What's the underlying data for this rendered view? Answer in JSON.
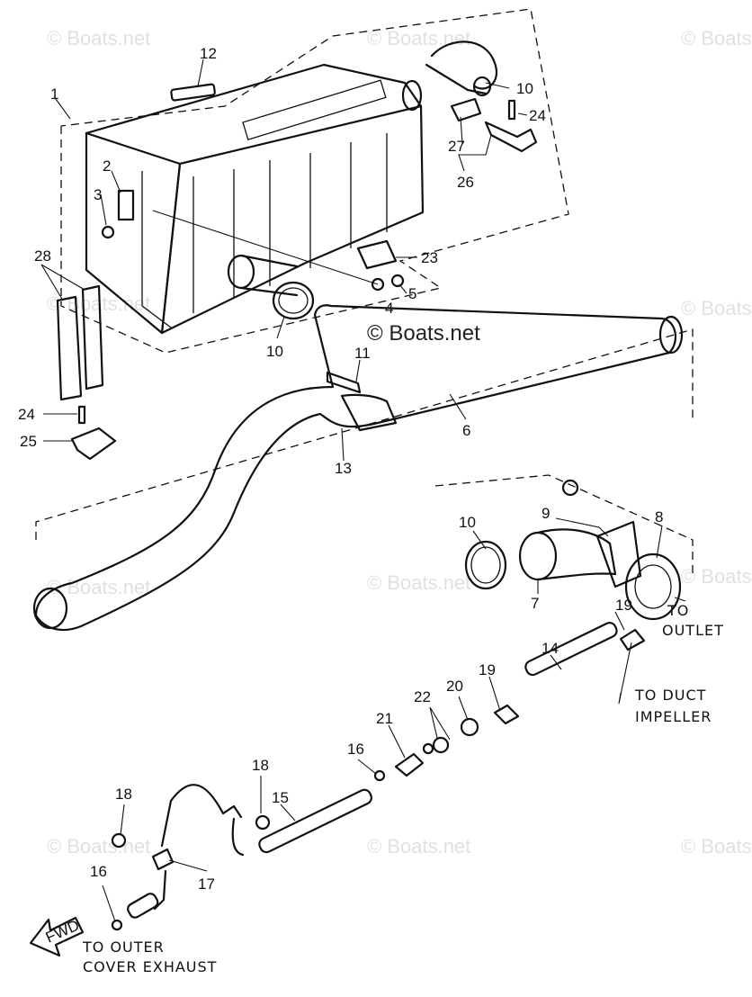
{
  "watermark": "© Boats.net",
  "watermark_center": "© Boats.net",
  "callouts": {
    "p1": "1",
    "p2": "2",
    "p3": "3",
    "p4": "4",
    "p5": "5",
    "p6": "6",
    "p7": "7",
    "p8": "8",
    "p9": "9",
    "p10a": "10",
    "p10b": "10",
    "p10c": "10",
    "p11": "11",
    "p12": "12",
    "p13": "13",
    "p14": "14",
    "p15": "15",
    "p16a": "16",
    "p16b": "16",
    "p17": "17",
    "p18a": "18",
    "p18b": "18",
    "p19a": "19",
    "p19b": "19",
    "p20": "20",
    "p21": "21",
    "p22": "22",
    "p23": "23",
    "p24a": "24",
    "p24b": "24",
    "p25": "25",
    "p26": "26",
    "p27": "27",
    "p28": "28"
  },
  "notes": {
    "to_outlet_1": "TO",
    "to_outlet_2": "OUTLET",
    "to_duct_1": "TO DUCT",
    "to_duct_2": "IMPELLER",
    "to_outer_1": "TO OUTER",
    "to_outer_2": "COVER EXHAUST",
    "fwd": "FWD"
  }
}
